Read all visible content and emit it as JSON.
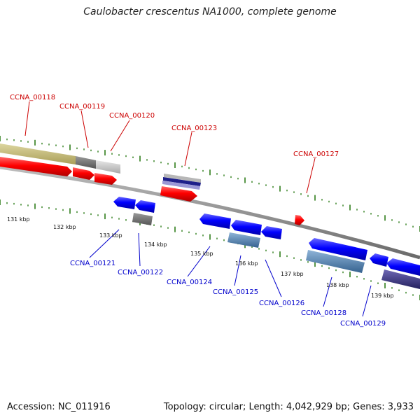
{
  "title": "Caulobacter crescentus NA1000, complete genome",
  "footer": {
    "accession": "Accession: NC_011916",
    "topology": "Topology: circular; Length: 4,042,929 bp; Genes: 3,933"
  },
  "scale_labels": [
    "131 kbp",
    "132 kbp",
    "133 kbp",
    "134 kbp",
    "135 kbp",
    "136 kbp",
    "137 kbp",
    "138 kbp",
    "139 kbp"
  ],
  "gene_labels_forward": [
    "CCNA_00118",
    "CCNA_00119",
    "CCNA_00120",
    "CCNA_00123",
    "CCNA_00127"
  ],
  "gene_labels_reverse": [
    "CCNA_00121",
    "CCNA_00122",
    "CCNA_00124",
    "CCNA_00125",
    "CCNA_00126",
    "CCNA_00128",
    "CCNA_00129"
  ],
  "colors": {
    "forward_cds": "#ff0000",
    "reverse_cds": "#0000ff",
    "forward_label": "#cc0000",
    "reverse_label": "#0000cc",
    "backbone": "#888888",
    "tick": "#2e7d1a",
    "forward_feature_olive": "#c6bc7a",
    "reverse_feature_steel": "#4f7fb0",
    "reverse_feature_purple": "#3a3580"
  }
}
